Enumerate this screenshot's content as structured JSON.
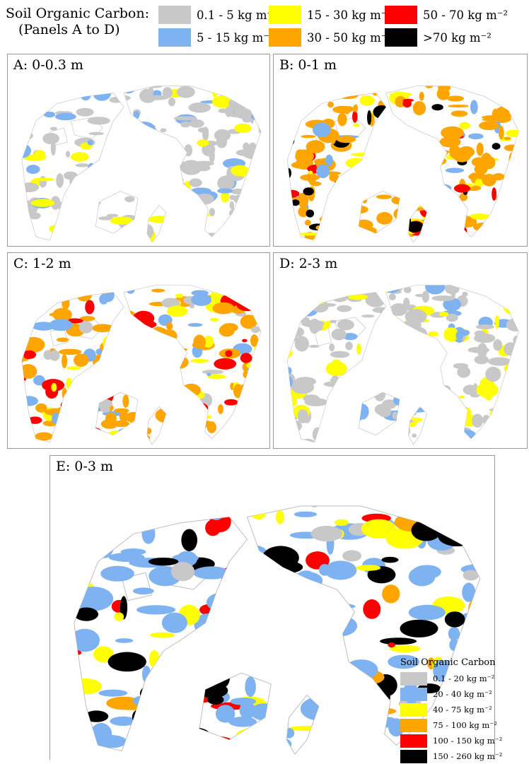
{
  "legend_top": {
    "title_line1": "Soil Organic Carbon:",
    "title_line2": "(Panels A to D)",
    "classes": [
      {
        "label": "0.1 - 5 kg m⁻²",
        "color": "#c8c8c8"
      },
      {
        "label": "5 - 15 kg m⁻²",
        "color": "#7fb2f0"
      },
      {
        "label": "15 - 30 kg m⁻²",
        "color": "#ffff00"
      },
      {
        "label": "30 - 50 kg m⁻²",
        "color": "#ffa500"
      },
      {
        "label": "50 - 70 kg m⁻²",
        "color": "#ff0000"
      },
      {
        "label": ">70 kg m⁻²",
        "color": "#000000"
      }
    ]
  },
  "panels": [
    {
      "id": "A",
      "label": "A: 0-0.3 m",
      "palette": [
        "#c8c8c8",
        "#7fb2f0",
        "#ffff00"
      ]
    },
    {
      "id": "B",
      "label": "B: 0-1 m",
      "palette": [
        "#ffa500",
        "#7fb2f0",
        "#ffff00",
        "#ff0000",
        "#000000"
      ]
    },
    {
      "id": "C",
      "label": "C: 1-2 m",
      "palette": [
        "#ffa500",
        "#ffff00",
        "#7fb2f0",
        "#ff0000",
        "#c8c8c8"
      ]
    },
    {
      "id": "D",
      "label": "D: 2-3 m",
      "palette": [
        "#c8c8c8",
        "#ffff00",
        "#7fb2f0"
      ]
    },
    {
      "id": "E",
      "label": "E: 0-3 m",
      "palette": [
        "#7fb2f0",
        "#ffa500",
        "#ffff00",
        "#ff0000",
        "#000000",
        "#c8c8c8"
      ]
    }
  ],
  "legend_bottom": {
    "title": "Soil Organic Carbon",
    "classes": [
      {
        "label": "0.1 - 20 kg m⁻²",
        "color": "#c8c8c8"
      },
      {
        "label": "20 - 40 kg m⁻²",
        "color": "#7fb2f0"
      },
      {
        "label": "40 - 75 kg m⁻²",
        "color": "#ffff00"
      },
      {
        "label": "75 - 100 kg m⁻²",
        "color": "#ffa500"
      },
      {
        "label": "100 - 150 kg m⁻²",
        "color": "#ff0000"
      },
      {
        "label": "150 - 260 kg m⁻²",
        "color": "#000000"
      }
    ]
  }
}
